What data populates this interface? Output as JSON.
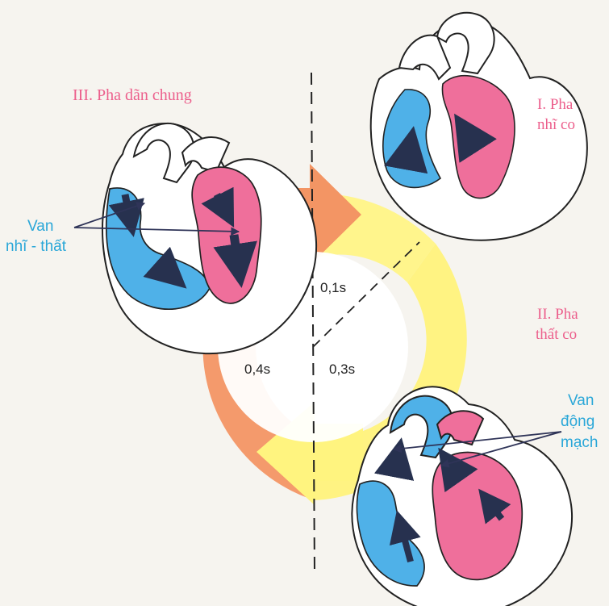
{
  "labels": {
    "phase1_line1": "I. Pha",
    "phase1_line2": "nhĩ co",
    "phase2_line1": "II. Pha",
    "phase2_line2": "thất co",
    "phase3": "III. Pha dãn chung",
    "av_valve_line1": "Van",
    "av_valve_line2": "nhĩ - thất",
    "semilunar_line1": "Van",
    "semilunar_line2": "động",
    "semilunar_line3": "mạch",
    "time_01": "0,1s",
    "time_03": "0,3s",
    "time_04": "0,4s"
  },
  "colors": {
    "pink_text": "#ec5f8c",
    "blue_text": "#2aa7d8",
    "atrial_phase": "#fdf58a",
    "ventricular_phase": "#fff08a",
    "relax_phase": "#f39564",
    "blood_blue": "#4fb1e8",
    "blood_pink": "#ef6f9b",
    "arrow_dark": "#27314f",
    "background": "#f6f4ef"
  }
}
